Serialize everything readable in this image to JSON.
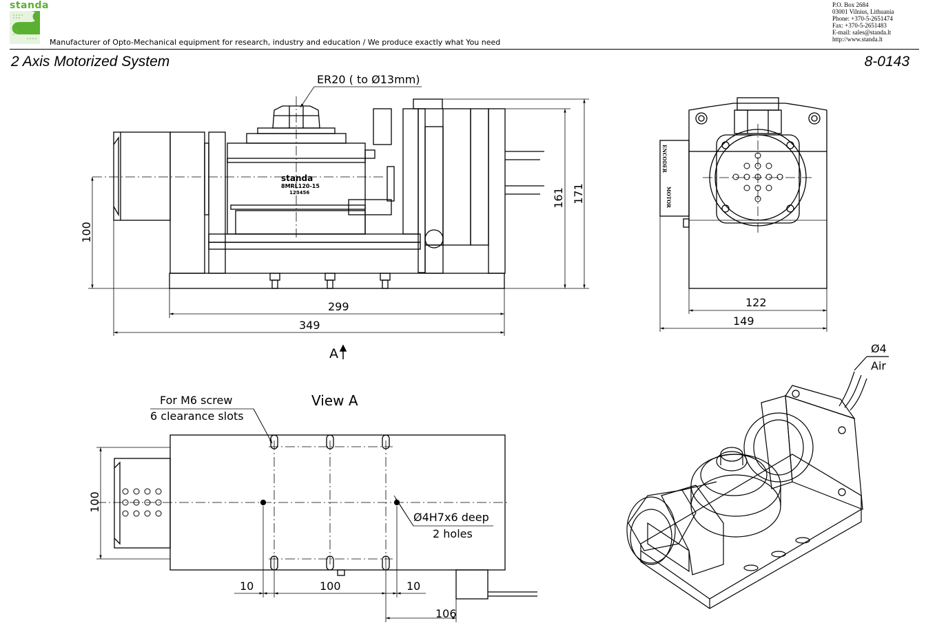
{
  "header": {
    "logo_text": "standa",
    "tagline": "Manufacturer of Opto-Mechanical equipment for research, industry and education / We produce exactly what You need",
    "contact": [
      "P.O. Box 2684",
      "03001 Vilnius, Lithuania",
      "Phone: +370-5-2651474",
      "Fax: +370-5-2651483",
      "E-mail: sales@standa.lt",
      "http://www.standa.lt"
    ]
  },
  "title": "2 Axis Motorized System",
  "code": "8-0143",
  "front_view": {
    "collet_label": "ER20 ( to Ø13mm)",
    "stage_brand": "standa",
    "stage_model": "8MRL120-15",
    "stage_serial": "123456",
    "dim_height_left": "100",
    "dim_width_inner": "299",
    "dim_width_overall": "349",
    "dim_height_161": "161",
    "dim_height_171": "171",
    "view_arrow": "A"
  },
  "side_view": {
    "encoder_label": "ENCODER",
    "motor_label": "MOTOR",
    "dim_122": "122",
    "dim_149": "149"
  },
  "view_a": {
    "title": "View A",
    "slot_note_line1": "For M6 screw",
    "slot_note_line2": "6 clearance slots",
    "hole_note_line1": "Ø4H7x6 deep",
    "hole_note_line2": "2 holes",
    "dim_100_vert": "100",
    "dim_10_left": "10",
    "dim_100_horiz": "100",
    "dim_10_right": "10",
    "dim_106": "106"
  },
  "iso_view": {
    "air_line1": "Ø4",
    "air_line2": "Air"
  },
  "colors": {
    "logo_green": "#5ab031",
    "line": "#000000",
    "center_line": "#000000"
  }
}
